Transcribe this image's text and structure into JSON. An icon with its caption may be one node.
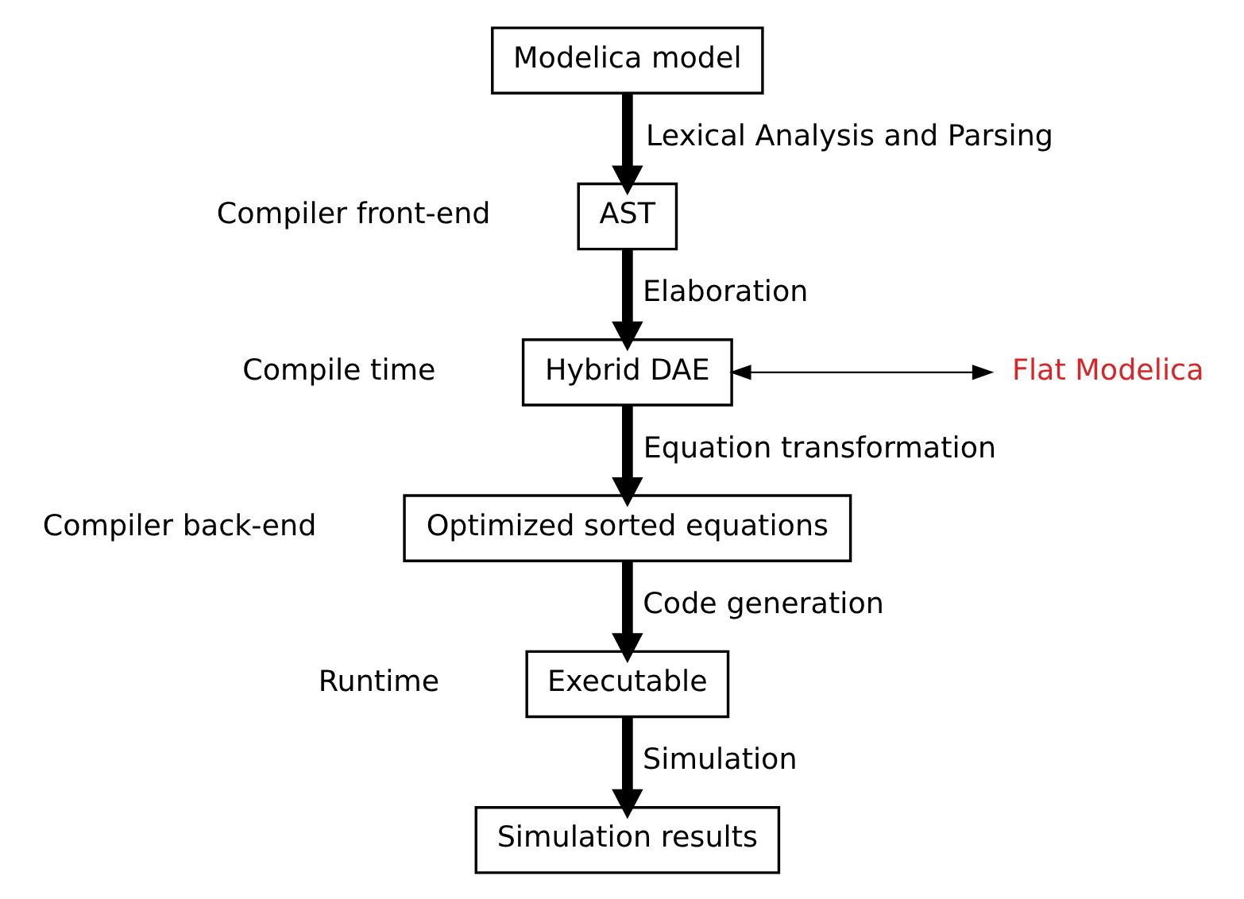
{
  "diagram": {
    "nodes": [
      {
        "text": [
          "Modelica model"
        ]
      },
      {
        "text": [
          "AST"
        ]
      },
      {
        "text": [
          "Hybrid DAE"
        ]
      },
      {
        "text": [
          "Optimized sorted equations"
        ]
      },
      {
        "text": [
          "Executable"
        ]
      },
      {
        "text": [
          "Simulation results"
        ]
      },
      {
        "text": [
          "Flat Modelica"
        ]
      }
    ],
    "edges": [
      {
        "from": 0,
        "to": 1,
        "arrow": "to",
        "label": "Lexical Analysis and Parsing"
      },
      {
        "from": 1,
        "to": 2,
        "arrow": "to",
        "label": "Elaboration"
      },
      {
        "from": 2,
        "to": 3,
        "arrow": "to",
        "label": "Equation transformation"
      },
      {
        "from": 3,
        "to": 4,
        "arrow": "to",
        "label": "Code generation"
      },
      {
        "from": 4,
        "to": 5,
        "arrow": "to",
        "label": "Simulation"
      },
      {
        "from": 2,
        "to": 6,
        "arrow": "both"
      }
    ],
    "labels": [
      "Compiler front-end",
      "Compile time",
      "Compiler back-end",
      "Runtime"
    ]
  }
}
